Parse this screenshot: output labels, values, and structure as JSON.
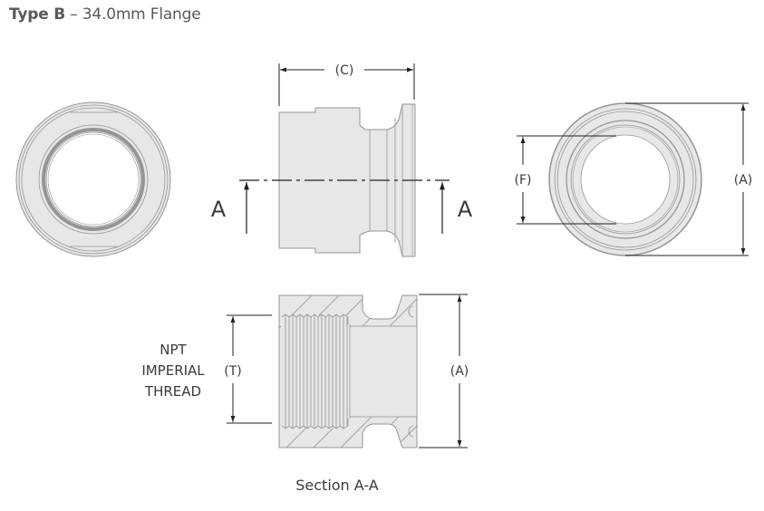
{
  "title": {
    "type_label": "Type B",
    "separator": " – ",
    "description": "34.0mm Flange"
  },
  "views": {
    "side_view": {
      "dimension_c": "(C)",
      "section_marker_left": "A",
      "section_marker_right": "A"
    },
    "end_view": {
      "dimension_f": "(F)",
      "dimension_a": "(A)"
    },
    "section_view": {
      "thread_label_line1": "NPT",
      "thread_label_line2": "IMPERIAL",
      "thread_label_line3": "THREAD",
      "dimension_t": "(T)",
      "dimension_a": "(A)",
      "caption": "Section A-A"
    }
  },
  "colors": {
    "part_fill": "#e6e7e8",
    "part_stroke": "#939598",
    "dim_line": "#231f20",
    "text": "#58595b"
  }
}
